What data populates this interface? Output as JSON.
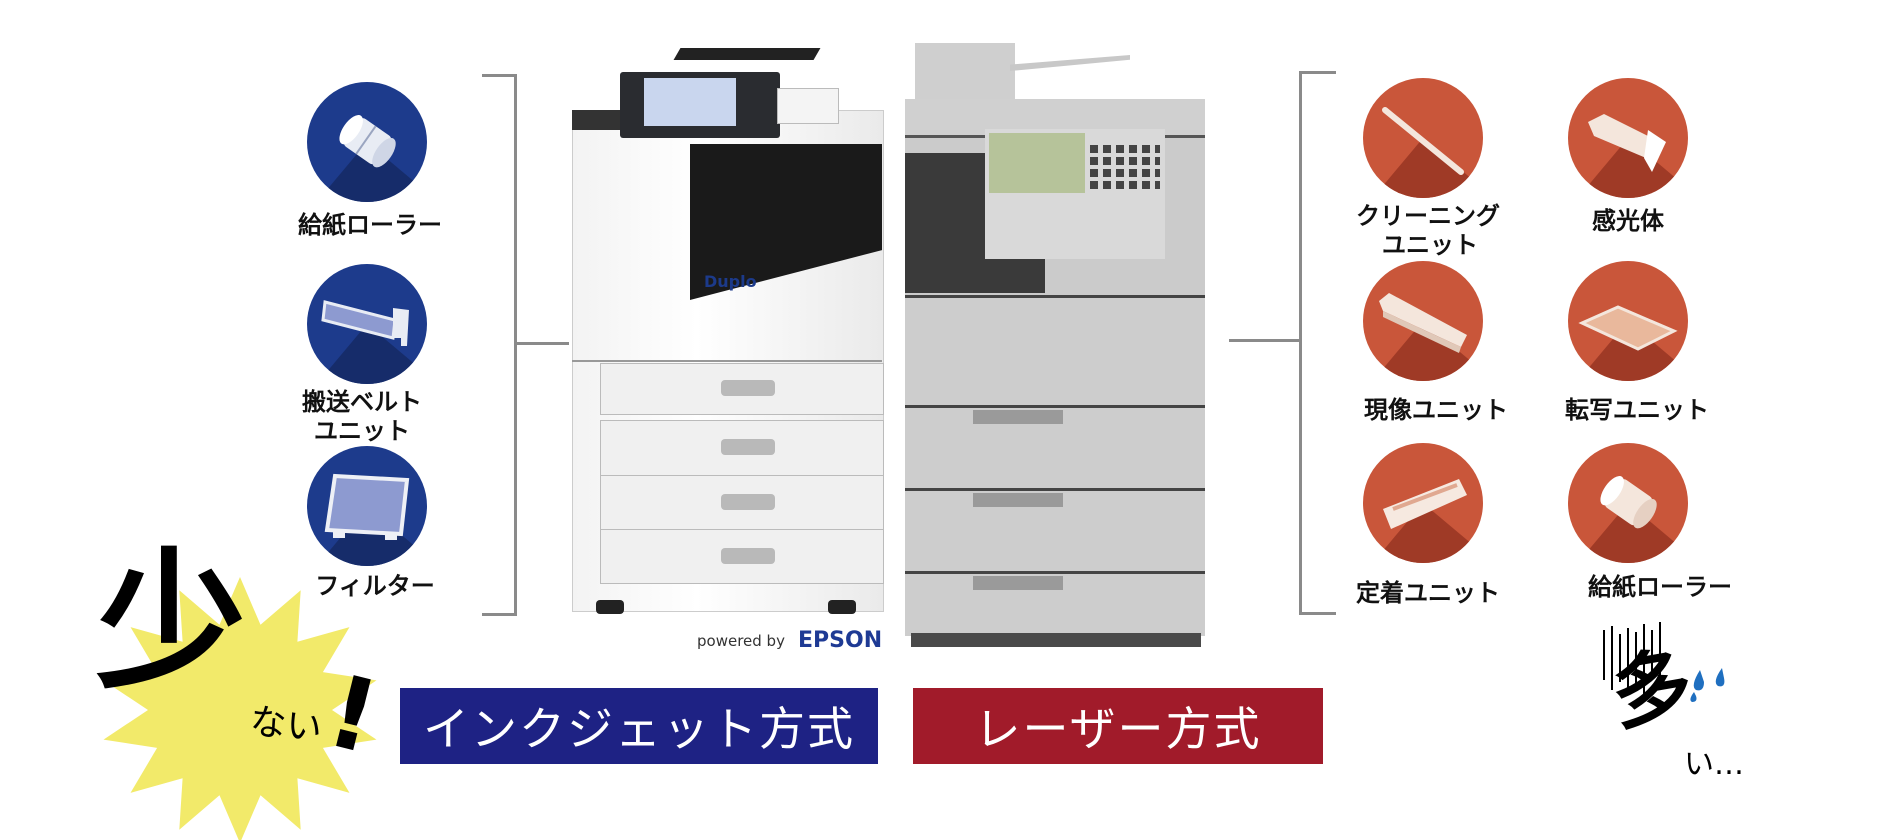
{
  "inkjet": {
    "brand": "Duplo",
    "powered_by": "powered by",
    "maker": "EPSON",
    "banner": "インクジェット方式",
    "parts": [
      {
        "label": "給紙ローラー",
        "icon": "roller-icon"
      },
      {
        "label": "搬送ベルト\nユニット",
        "line1": "搬送ベルト",
        "line2": "ユニット",
        "icon": "belt-unit-icon"
      },
      {
        "label": "フィルター",
        "icon": "filter-icon"
      }
    ],
    "exclaim": {
      "big": "少",
      "small": "ない",
      "mark": "!"
    }
  },
  "laser": {
    "banner": "レーザー方式",
    "parts": [
      {
        "line1": "クリーニング",
        "line2": "ユニット",
        "icon": "cleaning-blade-icon"
      },
      {
        "label": "感光体",
        "icon": "drum-icon"
      },
      {
        "label": "現像ユニット",
        "icon": "developer-unit-icon"
      },
      {
        "label": "転写ユニット",
        "icon": "transfer-unit-icon"
      },
      {
        "label": "定着ユニット",
        "icon": "fuser-unit-icon"
      },
      {
        "label": "給紙ローラー",
        "icon": "roller-icon"
      }
    ],
    "exclaim": {
      "big": "多",
      "small": "い…"
    }
  },
  "colors": {
    "inkjet_circle": "#1d3b8c",
    "laser_circle": "#c9563a",
    "inkjet_banner": "#1e2284",
    "laser_banner": "#a11b2a",
    "starburst": "#f2ea6a",
    "sweat": "#1f6fc0"
  }
}
